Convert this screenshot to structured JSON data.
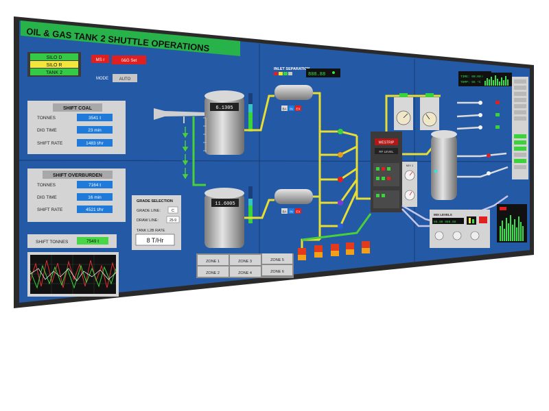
{
  "title": "OIL & GAS TANK 2 SHUTTLE OPERATIONS",
  "silo": {
    "items": [
      "SILO D",
      "SILO R",
      "TANK 2"
    ]
  },
  "alarms": {
    "a": "MS r",
    "b": "0&G Set"
  },
  "mode": {
    "label": "MODE",
    "value": "AUTO"
  },
  "shift_coal": {
    "title": "SHIFT COAL",
    "rows": [
      {
        "label": "TONNES",
        "value": "3541 t"
      },
      {
        "label": "DIG TIME",
        "value": "23 min"
      },
      {
        "label": "SHIFT RATE",
        "value": "1483 t/hr"
      }
    ]
  },
  "shift_overburden": {
    "title": "SHIFT OVERBURDEN",
    "rows": [
      {
        "label": "TONNES",
        "value": "7164 t"
      },
      {
        "label": "DIG TIME",
        "value": "16 min"
      },
      {
        "label": "SHIFT RATE",
        "value": "4521 t/hr"
      }
    ]
  },
  "shift_tonnes": {
    "label": "SHIFT TONNES",
    "value": "7549 t"
  },
  "tanks": {
    "upper": "6.1305",
    "lower": "11.6005"
  },
  "inlet": {
    "title": "INLET SEPARATION",
    "readout": "888.88"
  },
  "valve_buttons": {
    "a": "BA",
    "b": "IN",
    "c": "EX"
  },
  "grade_selection": {
    "title": "GRADE SELECTION",
    "grade_label": "GRADE LINE:",
    "grade_value": "C",
    "draw_label": "DRAW LINE:",
    "draw_value": "25-9",
    "rate_label": "TANK L2B RATE",
    "rate_value": "8 T/Hr"
  },
  "zones": [
    "ZONE 1",
    "ZONE 3",
    "ZONE 5",
    "ZONE 2",
    "ZONE 4",
    "ZONE 6"
  ],
  "controller": {
    "title": "WESTRIP",
    "sub": "RF LEVEL",
    "side": "MIX 1"
  },
  "mix_levels": {
    "title": "MIX LEVELS",
    "readout": "88.88 888.88"
  },
  "top_right": {
    "line1": "TIME: 00:00:00",
    "line2": "TEMP: 55 °C"
  },
  "colors": {
    "panel": "#2459a6",
    "title_bar": "#27b34a",
    "tank": "#b9b9b9",
    "pipe_yellow": "#e8dd32",
    "pipe_green": "#4ad13a",
    "pipe_white": "#dcdcdc",
    "readout": "#1f7ad9",
    "alarm": "#e02020"
  }
}
